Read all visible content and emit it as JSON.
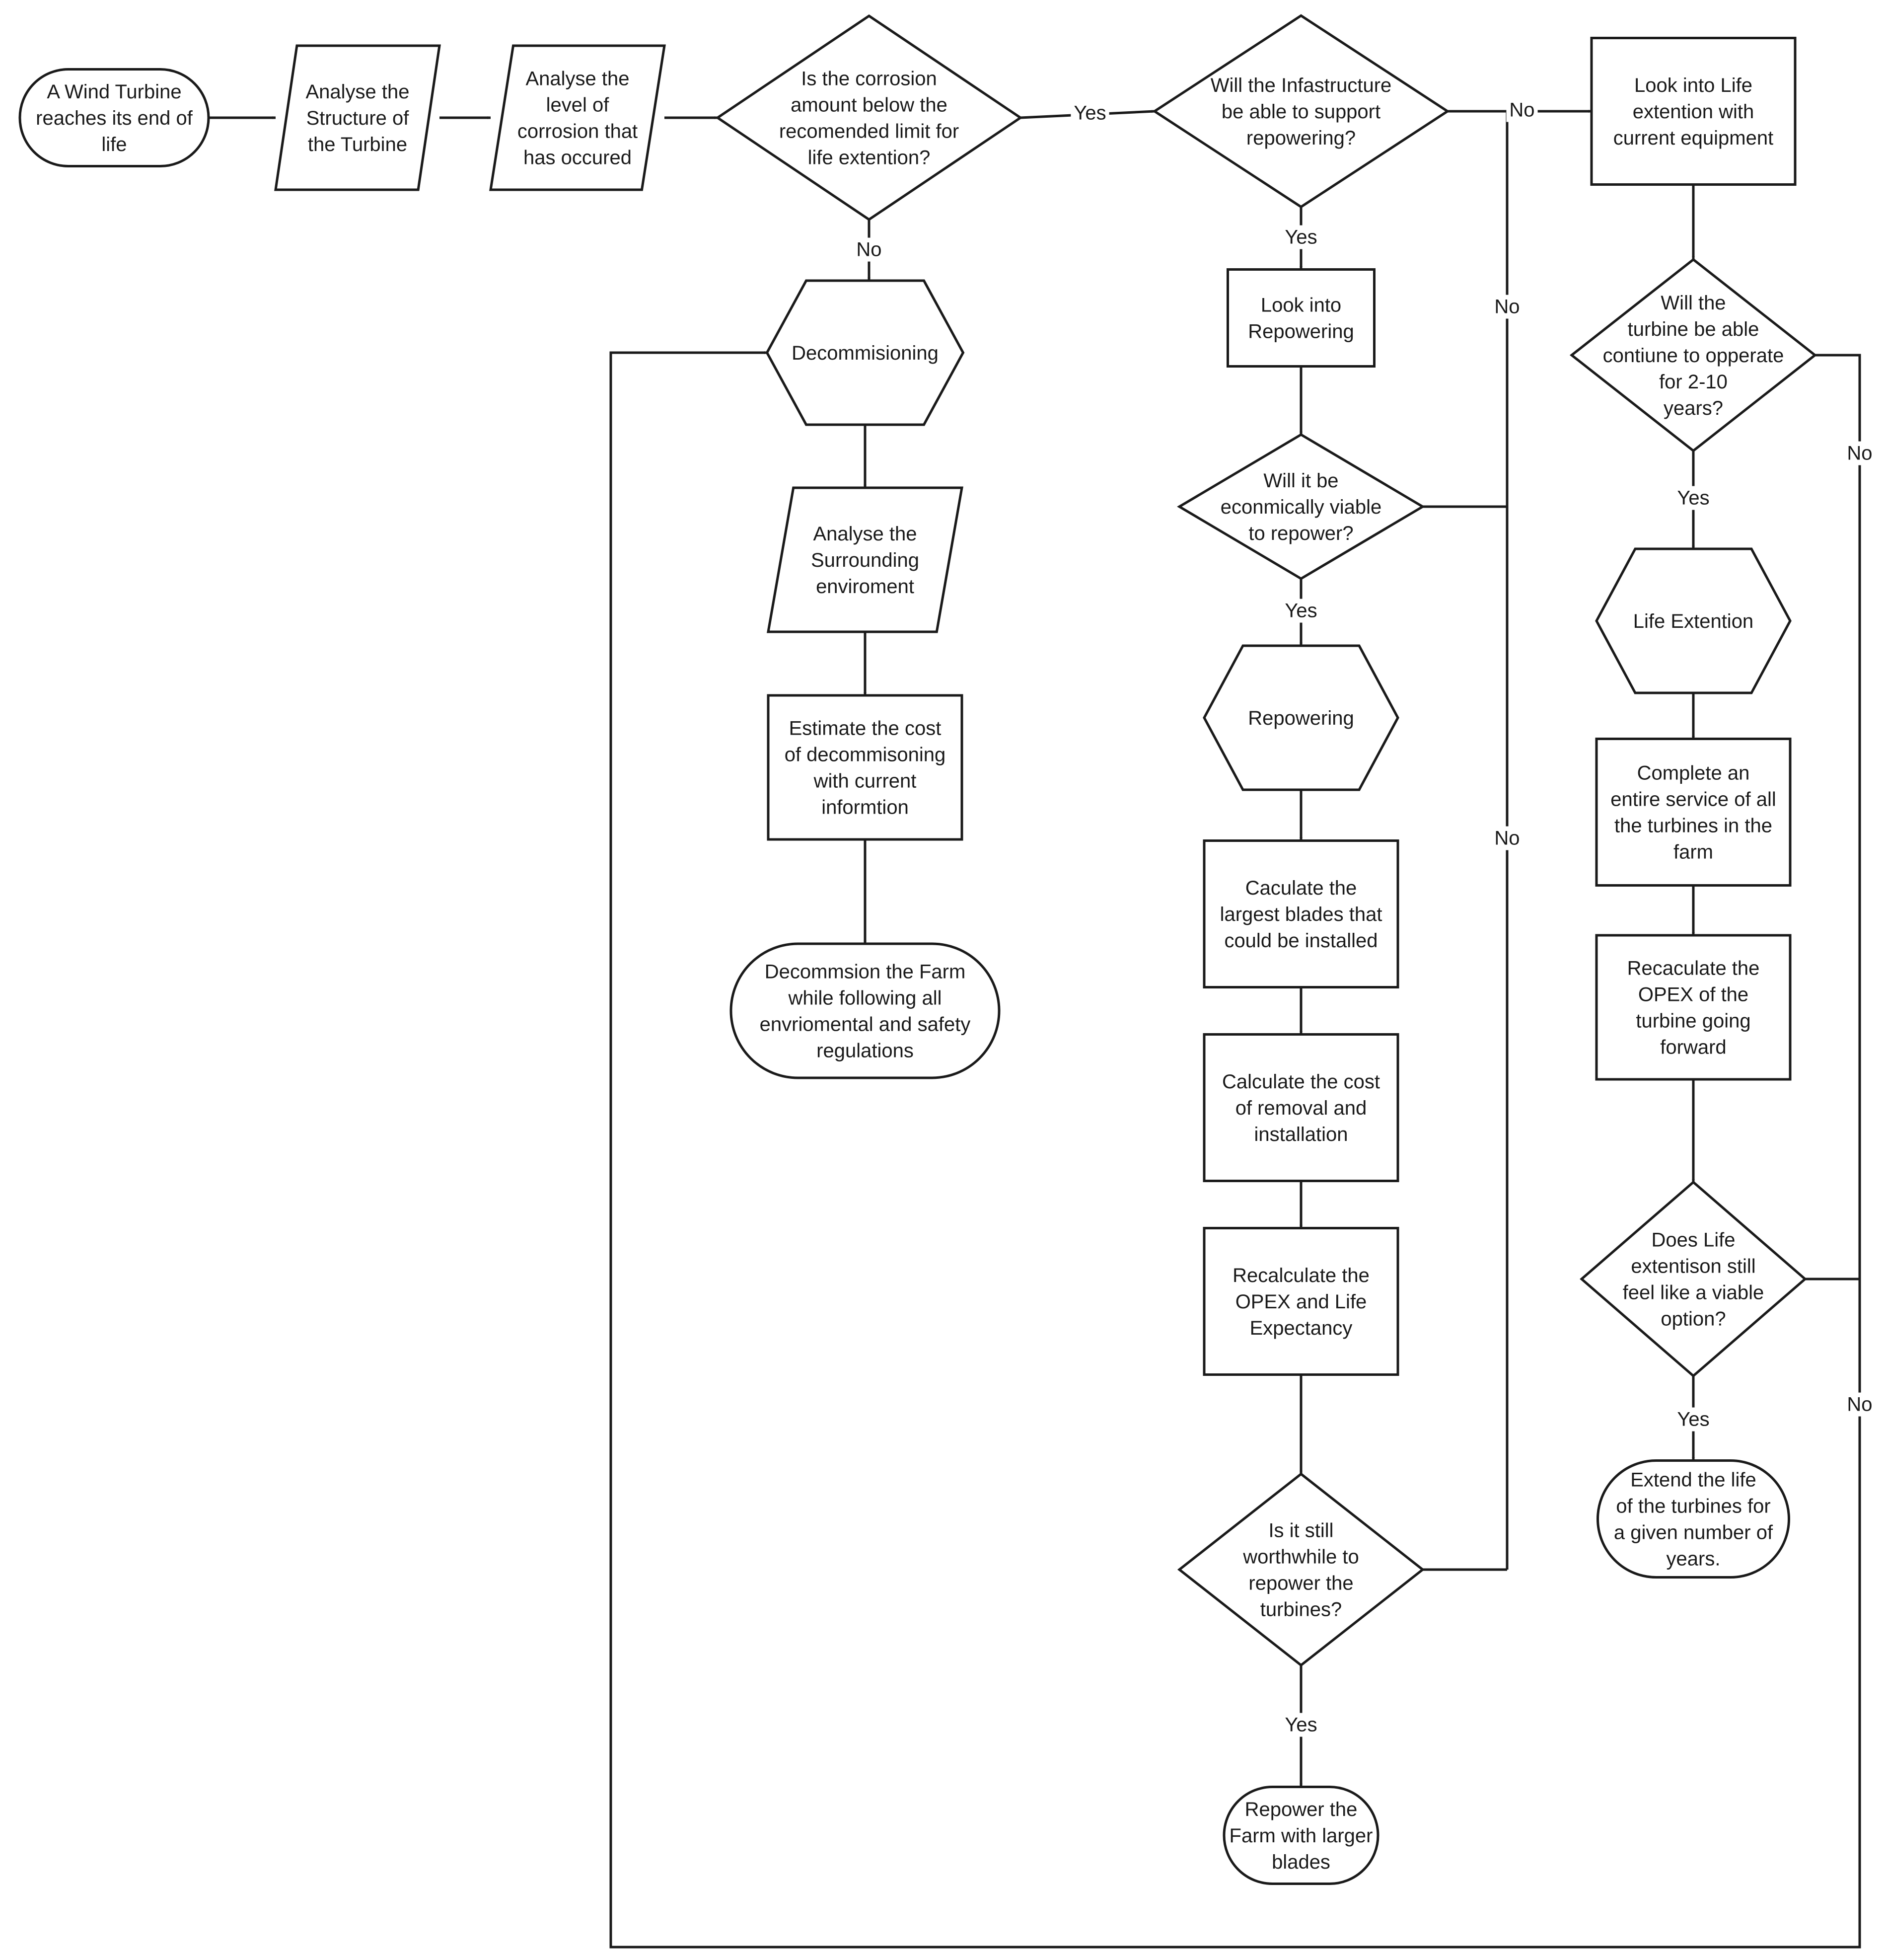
{
  "colors": {
    "stroke": "#1a1a1a",
    "fill": "#ffffff",
    "text": "#1a1a1a"
  },
  "nodes": {
    "start": {
      "shape": "terminator",
      "lines": [
        "A Wind Turbine",
        "reaches its end of",
        "life"
      ]
    },
    "analyse_structure": {
      "shape": "data",
      "lines": [
        "Analyse the",
        "Structure of",
        "the Turbine"
      ]
    },
    "analyse_corrosion": {
      "shape": "data",
      "lines": [
        "Analyse the",
        "level of",
        "corrosion that",
        "has occured"
      ]
    },
    "corrosion_decision": {
      "shape": "decision",
      "lines": [
        "Is the corrosion",
        "amount below the",
        "recomended limit for",
        "life extention?"
      ]
    },
    "infrastructure_decision": {
      "shape": "decision",
      "lines": [
        "Will the Infastructure",
        "be able to support",
        "repowering?"
      ]
    },
    "look_life_ext": {
      "shape": "process",
      "lines": [
        "Look into Life",
        "extention with",
        "current equipment"
      ]
    },
    "decommissioning": {
      "shape": "preparation",
      "lines": [
        "Decommisioning"
      ]
    },
    "analyse_env": {
      "shape": "data",
      "lines": [
        "Analyse the",
        "Surrounding",
        "enviroment"
      ]
    },
    "estimate_cost": {
      "shape": "process",
      "lines": [
        "Estimate the cost",
        "of decommisoning",
        "with current",
        "informtion"
      ]
    },
    "decommission_farm": {
      "shape": "terminator",
      "lines": [
        "Decommsion the Farm",
        "while following all",
        "envriomental and safety",
        "regulations"
      ]
    },
    "look_repower": {
      "shape": "process",
      "lines": [
        "Look into",
        "Repowering"
      ]
    },
    "economic_decision": {
      "shape": "decision",
      "lines": [
        "Will it be",
        "econmically viable",
        "to repower?"
      ]
    },
    "repowering": {
      "shape": "preparation",
      "lines": [
        "Repowering"
      ]
    },
    "calc_blades": {
      "shape": "process",
      "lines": [
        "Caculate the",
        "largest blades that",
        "could be installed"
      ]
    },
    "calc_cost": {
      "shape": "process",
      "lines": [
        "Calculate the cost",
        "of removal and",
        "installation"
      ]
    },
    "recalc_opex": {
      "shape": "process",
      "lines": [
        "Recalculate the",
        "OPEX and Life",
        "Expectancy"
      ]
    },
    "worthwhile_decision": {
      "shape": "decision",
      "lines": [
        "Is it still",
        "worthwhile to",
        "repower the",
        "turbines?"
      ]
    },
    "repower_farm": {
      "shape": "terminator",
      "lines": [
        "Repower the",
        "Farm with larger",
        "blades"
      ]
    },
    "operate_decision": {
      "shape": "decision",
      "lines": [
        "Will the",
        "turbine be able",
        "contiune to opperate",
        "for 2-10",
        "years?"
      ]
    },
    "life_extension": {
      "shape": "preparation",
      "lines": [
        "Life Extention"
      ]
    },
    "complete_service": {
      "shape": "process",
      "lines": [
        "Complete an",
        "entire service of all",
        "the turbines in the",
        "farm"
      ]
    },
    "recalc_opex_turbine": {
      "shape": "process",
      "lines": [
        "Recaculate the",
        "OPEX of the",
        "turbine going",
        "forward"
      ]
    },
    "viable_decision": {
      "shape": "decision",
      "lines": [
        "Does Life",
        "extentison still",
        "feel like a viable",
        "option?"
      ]
    },
    "extend_life": {
      "shape": "terminator",
      "lines": [
        "Extend the life",
        "of the turbines for",
        "a given number of",
        "years."
      ]
    }
  },
  "edge_labels": {
    "corrosion_yes": "Yes",
    "corrosion_no": "No",
    "infra_yes": "Yes",
    "infra_no": "No",
    "econ_no": "No",
    "econ_yes": "Yes",
    "worth_no": "No",
    "worth_yes": "Yes",
    "operate_yes": "Yes",
    "operate_no": "No",
    "viable_yes": "Yes",
    "viable_no": "No"
  }
}
